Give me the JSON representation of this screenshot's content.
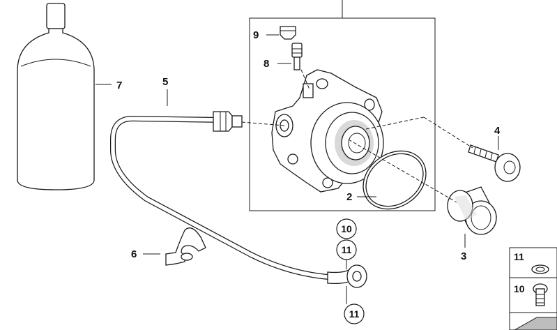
{
  "callouts": {
    "c1": "",
    "c2": "2",
    "c3": "3",
    "c4": "4",
    "c5": "5",
    "c6": "6",
    "c7": "7",
    "c8": "8",
    "c9": "9",
    "c10": "10",
    "c11a": "11",
    "c11b": "11"
  },
  "legend": {
    "item_a": "11",
    "item_b": "10"
  }
}
